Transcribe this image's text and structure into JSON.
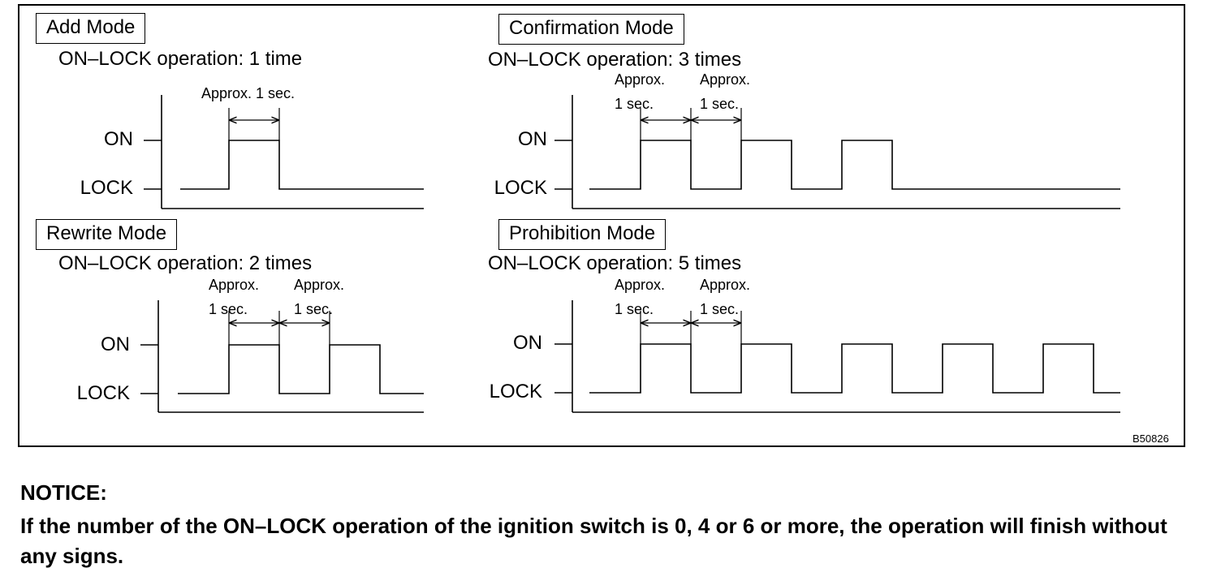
{
  "panels": [
    {
      "id": "add",
      "mode": "Add Mode",
      "operation": "ON–LOCK operation: 1 time",
      "pulses": 1,
      "interval_labels": [
        [
          "Approx. 1 sec."
        ]
      ]
    },
    {
      "id": "confirmation",
      "mode": "Confirmation Mode",
      "operation": "ON–LOCK operation: 3 times",
      "pulses": 3,
      "interval_labels": [
        [
          "Approx.",
          "1 sec."
        ],
        [
          "Approx.",
          "1 sec."
        ]
      ]
    },
    {
      "id": "rewrite",
      "mode": "Rewrite Mode",
      "operation": "ON–LOCK operation: 2 times",
      "pulses": 2,
      "interval_labels": [
        [
          "Approx.",
          "1 sec."
        ],
        [
          "Approx.",
          "1 sec."
        ]
      ]
    },
    {
      "id": "prohibition",
      "mode": "Prohibition Mode",
      "operation": "ON–LOCK operation: 5 times",
      "pulses": 5,
      "interval_labels": [
        [
          "Approx.",
          "1 sec."
        ],
        [
          "Approx.",
          "1 sec."
        ]
      ]
    }
  ],
  "signal_labels": {
    "on": "ON",
    "lock": "LOCK"
  },
  "figure_code": "B50826",
  "notice": {
    "title": "NOTICE:",
    "text": "If the number of the ON–LOCK operation of the ignition switch is 0, 4 or 6 or more, the operation will finish without any signs."
  }
}
